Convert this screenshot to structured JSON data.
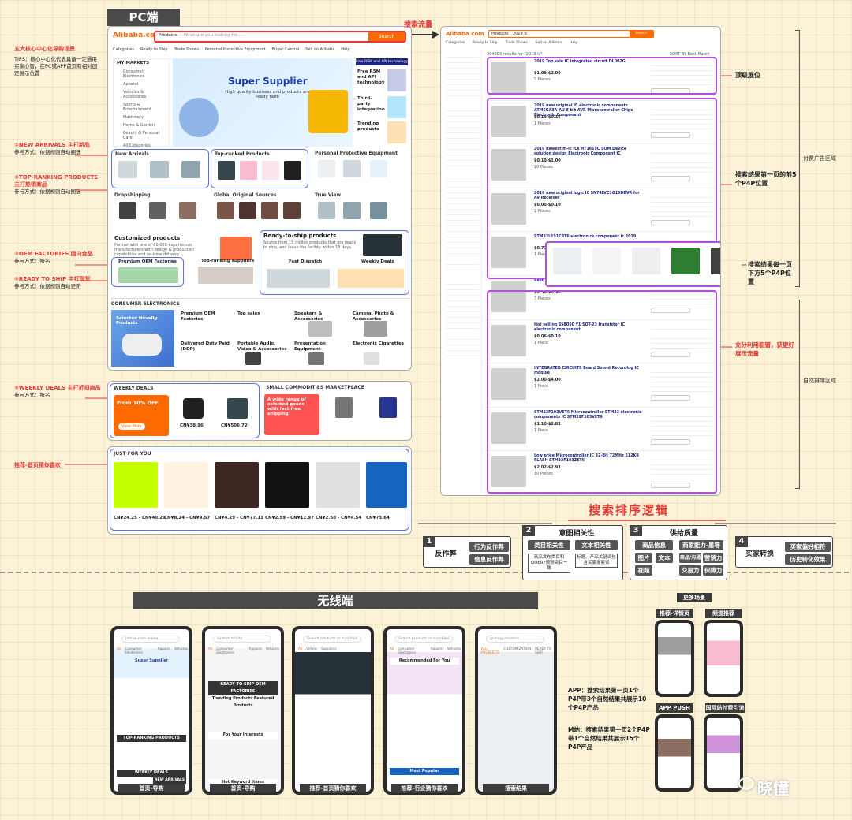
{
  "pc_tab": "PC端",
  "wireless_tab": "无线端",
  "search_flow_label": "搜索流量",
  "left_heading": "五大核心中心化导购场景",
  "left_tips": "TIPS：核心中心化代表具备一定通用买家心智，在PC或APP首页有相对固定展示位置",
  "annotations": [
    {
      "title": "①NEW ARRIVALS 主打新品",
      "body": "参与方式：依据规则自动圈选"
    },
    {
      "title": "②TOP-RANKING PRODUCTS 主打热销商品",
      "body": "参与方式：依据规则自动圈选"
    },
    {
      "title": "③OEM FACTORIES 面向金品",
      "body": "参与方式：报名"
    },
    {
      "title": "④READY TO SHIP 主打现货",
      "body": "参与方式：依据规则自动更新"
    },
    {
      "title": "⑤WEEKLY DEALS 主打折扣商品",
      "body": "参与方式：报名"
    },
    {
      "title": "推荐-首页猜你喜欢",
      "body": ""
    }
  ],
  "homepage": {
    "logo": "Alibaba.com",
    "search_category": "Products",
    "search_placeholder": "What are you looking for...",
    "search_button": "Search",
    "nav": [
      "Categories",
      "Ready to Ship",
      "Trade Shows",
      "Personal Protective Equipment",
      "Buyer Central",
      "Sell on Alibaba",
      "Help"
    ],
    "my_markets": "MY MARKETS",
    "categories": [
      "Consumer Electronics",
      "Apparel",
      "Vehicles & Accessories",
      "Sports & Entertainment",
      "Machinery",
      "Home & Garden",
      "Beauty & Personal Care",
      "All Categories"
    ],
    "banner_title": "Super Supplier",
    "banner_sub": "High quality business and products are ready here",
    "right_promos": [
      "Free RSM and API technology",
      "Free RSM and API technology",
      "Third-party integration",
      "Trending products"
    ],
    "section_new_arrivals": "New Arrivals",
    "section_top_ranked": "Top-ranked Products",
    "section_ppe": "Personal Protective Equipment",
    "section_dropshipping": "Dropshipping",
    "section_global": "Global Original Sources",
    "section_trueview": "True View",
    "customized_title": "Customized products",
    "customized_sub": "Partner with one of 60,000 experienced manufacturers with design & production capabilities and on-time delivery.",
    "premium_oem": "Premium OEM Factories",
    "top_ranking_suppliers": "Top-ranking suppliers",
    "ready_title": "Ready-to-ship products",
    "ready_sub": "Source from 15 million products that are ready to ship, and leave the facility within 15 days.",
    "fast_dispatch": "Fast Dispatch",
    "weekly_deals_small": "Weekly Deals",
    "consumer_electronics": "CONSUMER ELECTRONICS",
    "selected_novelty": "Selected Novelty Products",
    "premium_oem_factories": "Premium OEM Factories",
    "top_sales": "Top sales",
    "speakers": "Speakers & Accessories",
    "camera": "Camera, Photo & Accessories",
    "delivered_duty": "Delivered Duty Paid (DDP)",
    "portable_audio": "Portable Audio, Video & Accessories",
    "presentation": "Presentation Equipment",
    "cigarettes": "Electronic Cigarettes",
    "weekly_deals": "WEEKLY DEALS",
    "from_off": "From 10% OFF",
    "view_more": "View More",
    "small_commodities": "SMALL COMMODITIES MARKETPLACE",
    "wide_range": "A wide range of selected goods with fast free shipping",
    "just_for_you": "JUST FOR YOU",
    "prices": [
      "CN¥38.96",
      "CN¥506.72",
      "CN¥24.25 - CN¥40.29",
      "CN¥8.24 - CN¥9.57",
      "CN¥4.29 - CN¥77.11",
      "CN¥2.59 - CN¥12.97",
      "CN¥2.60 - CN¥4.54",
      "CN¥73.64"
    ]
  },
  "search_page": {
    "search_term": "2019 ic",
    "result_count": "304003 results for \"2019 ic\"",
    "sort_by": "SORT BY  Best Match",
    "products": [
      {
        "title": "2019 Top sale IC integrated circuit DL002G",
        "price": "$1.00-$2.00",
        "moq": "5 Pieces"
      },
      {
        "title": "2019 new original IC electronic components ATMEGA8A-AU 8-bit AVR Microcontroller Chips Electronic Component",
        "price": "$0.10-$0.16",
        "moq": "1 Pieces"
      },
      {
        "title": "2019 newest m-ic ICs HT1615C SOM Device solution design Electronic Component IC",
        "price": "$0.10-$1.00",
        "moq": "10 Pieces"
      },
      {
        "title": "2019 new original logic IC SN74LVC1G14DBVR for AV Receiver",
        "price": "$0.00-$0.10",
        "moq": "1 Pieces"
      },
      {
        "title": "STM32L151C8T6 electronics component ic 2019",
        "price": "$0.77-$0.90",
        "moq": "1 Pieces"
      },
      {
        "title": "Best",
        "price": "$0.36-$0.90",
        "moq": "7 Pieces"
      },
      {
        "title": "Hot selling SS8050 Y1 SOT-23 transistor IC electronic component",
        "price": "$0.06-$0.10",
        "moq": "1 Piece"
      },
      {
        "title": "INTEGRATED CIRCUITS Board Sound Recording IC module",
        "price": "$2.00-$4.00",
        "moq": "1 Piece"
      },
      {
        "title": "STM32F103VET6 Microcontroller STM32 electronic components IC STM32F103VET6",
        "price": "$1.10-$2.83",
        "moq": "1 Piece"
      },
      {
        "title": "Low price Microcontroller IC 32-Bit 72MHz 512KB FLASH STM32F103ZET6",
        "price": "$2.02-$2.93",
        "moq": "10 Pieces"
      }
    ],
    "label_top": "顶级展位",
    "label_first5": "搜索结果第一页的前5个P4P位置",
    "label_bottom5": "搜索结果每一页下方5个P4P位置",
    "label_exposure": "充分利用橱窗，获更好展示流量",
    "label_paid": "付费广告区域",
    "label_natural": "自然排序区域"
  },
  "ranking_title": "搜索排序逻辑",
  "steps": [
    {
      "num": "1",
      "label": "反作弊",
      "tags": [
        "行为反作弊",
        "信息反作弊"
      ]
    },
    {
      "num": "2",
      "label": "意图相关性",
      "tags": [
        "类目相关性",
        "文本相关性",
        "商品发布类目和QUERY预测类目一致",
        "标题、产品关键词包含买家搜索词"
      ]
    },
    {
      "num": "3",
      "label": "供给质量",
      "tags": [
        "商品信息",
        "商家能力-星等",
        "图片",
        "文本",
        "商品/沟通",
        "营销力",
        "视频",
        "交易力",
        "保障力"
      ]
    },
    {
      "num": "4",
      "label": "买家转换",
      "tags": [
        "买家偏好相符",
        "历史转化效果"
      ]
    }
  ],
  "mobile": {
    "search_placeholders": [
      "phone case anime",
      "custom tshirts",
      "Search products or suppliers",
      "Search products or suppliers",
      "gaming headset"
    ],
    "tabs": [
      "All",
      "Consumer Electronics",
      "Apparel",
      "Vehicles"
    ],
    "captions": [
      "首页-导购",
      "首页-导购",
      "推荐-首页猜你喜欢",
      "推荐-行业猜你喜欢",
      "搜索结果"
    ],
    "phone1": {
      "super": "Super Supplier",
      "top": "TOP-RANKING PRODUCTS",
      "weekly": "WEEKLY DEALS",
      "new": "NEW ARRIVALS"
    },
    "phone2": {
      "rts": "READY TO SHIP",
      "oem": "OEM FACTORIES",
      "trending": "Trending Products",
      "featured": "Featured Products",
      "interests": "For Your Interests",
      "keyword": "Hot Keyword Items"
    },
    "phone3": {
      "tabs": [
        "All",
        "Videos",
        "Suppliers"
      ]
    },
    "phone4": {
      "recommended": "Recommended For You",
      "popular": "Most Popular"
    },
    "phone5": {
      "tabs": [
        "ALL PRODUCTS",
        "CUSTOMIZATION",
        "READY TO SHIP"
      ]
    }
  },
  "more_scenes": {
    "title": "更多场景",
    "items": [
      "推荐-详情页",
      "频道推荐",
      "APP PUSH",
      "国际站付费引流"
    ]
  },
  "app_note": "APP：搜索结果第一页1个P4P带3个自然结果共展示10个P4P产品",
  "m_note": "M站：搜索结果第一页2个P4P带1个自然结果共展示15个P4P产品",
  "watermark": "晓懂"
}
